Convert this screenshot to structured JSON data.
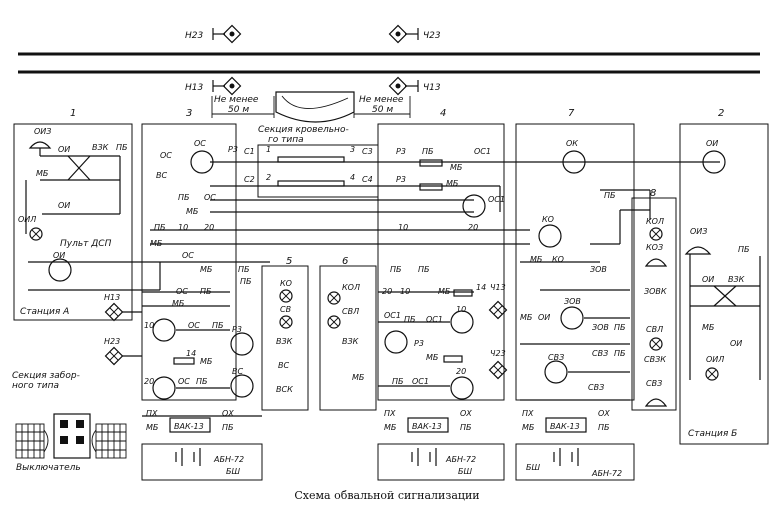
{
  "caption": "Схема обвальной сигнализации",
  "signals": {
    "n23": "Н23",
    "ch23": "Ч23",
    "n13": "Н13",
    "ch13": "Ч13"
  },
  "distance_left": "Не менее",
  "distance_left_unit": "50 м",
  "distance_right": "Не менее",
  "distance_right_unit": "50 м",
  "roof_section": [
    "Секция кровельно-",
    "го типа"
  ],
  "fence_section": [
    "Секция забор-",
    "ного типа"
  ],
  "switch_label": "Выключатель",
  "station_a": "Станция А",
  "station_b": "Станция Б",
  "panel_label": "Пульт ДСП",
  "panel_numbers": {
    "p1": "1",
    "p3": "3",
    "p4": "4",
    "p7": "7",
    "p2": "2",
    "p5": "5",
    "p6": "6",
    "p8": "8"
  },
  "relays": {
    "os": "ОС",
    "os1": "ОС1",
    "ok": "ОК",
    "oi": "ОИ",
    "ko": "КО",
    "zov": "ЗОВ",
    "svz": "СВЗ",
    "r3": "Р3",
    "vs": "ВС",
    "n10": "10",
    "n20": "20",
    "n14": "14",
    "kol": "КОЛ",
    "koz": "КОЗ",
    "svl": "СВЛ",
    "sv": "СВ",
    "vzk": "ВЗК",
    "vsk": "ВСК",
    "svzk": "СВЗК",
    "zovk": "ЗОВК",
    "oiz": "ОИЗ",
    "oil": "ОИЛ",
    "vzk_panel": "ВЗК"
  },
  "wires": {
    "pb": "ПБ",
    "mb": "МБ",
    "px": "ПХ",
    "ox": "ОХ",
    "s1": "С1",
    "s2": "С2",
    "s3": "С3",
    "s4": "С4",
    "one": "1",
    "two": "2",
    "three": "3",
    "four": "4"
  },
  "rectifier": "ВАК-13",
  "battery": "АБН-72",
  "bsh": "БШ"
}
